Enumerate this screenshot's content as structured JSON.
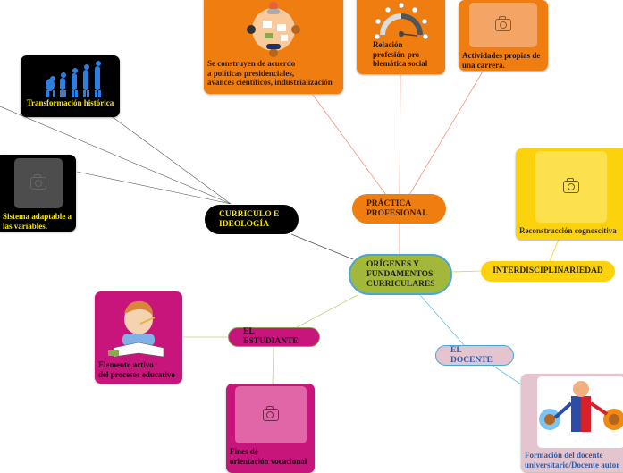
{
  "central": {
    "label": "ORÍGENES Y\nFUNDAMENTOS\nCURRICULARES"
  },
  "branches": {
    "curriculo": {
      "label": "CURRICULO E\nIDEOLOGÍA"
    },
    "practica": {
      "label": "PRÁCTICA\nPROFESIONAL"
    },
    "interdisciplinariedad": {
      "label": "INTERDISCIPLINARIEDAD"
    },
    "estudiante": {
      "label": "EL ESTUDIANTE"
    },
    "docente": {
      "label": "EL DOCENTE"
    }
  },
  "cards": {
    "transformacion": {
      "caption": "Transformación histórica",
      "image": "human-evolution-illustration"
    },
    "sistema": {
      "caption": "Sistema adaptable a\nlas variables.",
      "image": "camera-placeholder"
    },
    "construyen": {
      "caption": "Se construyen de acuerdo\na políticas presidenciales,\navances científicos, industrialización",
      "image": "meeting-table-illustration"
    },
    "relacion": {
      "caption": "Relación\nprofesión-pro-\nblemática social",
      "image": "gauge-emoji-illustration"
    },
    "actividades": {
      "caption": "Actividades propias de\nuna carrera.",
      "image": "camera-placeholder"
    },
    "reconstruccion": {
      "caption": "Reconstrucción cognoscitiva",
      "image": "camera-placeholder"
    },
    "elemento": {
      "caption": "Elemento activo\ndel procesos educativo",
      "image": "student-studying-illustration"
    },
    "fines": {
      "caption": "Fines de\norientación vocacional",
      "image": "camera-placeholder"
    },
    "formacion": {
      "caption": "Formación del docente\nuniversitario/Docente autor",
      "image": "two-faced-teacher-illustration"
    }
  },
  "colors": {
    "central": "#a3b83a",
    "central_border": "#4aa6d6",
    "orange": "#f07d10",
    "black": "#000000",
    "yellow_text": "#f5e31a",
    "yellow": "#fcd20c",
    "magenta": "#c8157c",
    "pink": "#e4c4cf",
    "docente_text": "#2a5ea8"
  }
}
